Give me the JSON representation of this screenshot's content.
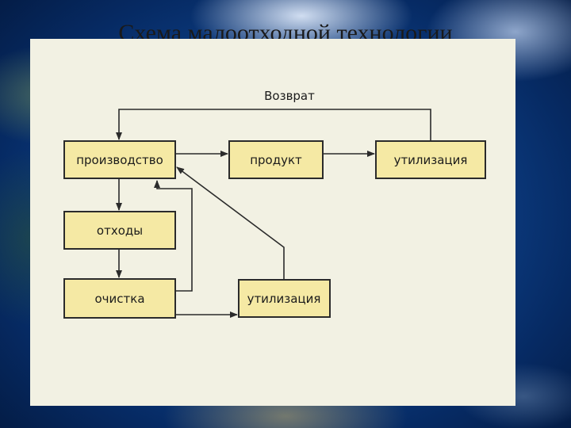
{
  "slide": {
    "title": "Схема малоотходной технологии"
  },
  "diagram": {
    "return_label": "Возврат",
    "nodes": {
      "production": "производство",
      "product": "продукт",
      "disposal_top": "утилизация",
      "waste": "отходы",
      "cleaning": "очистка",
      "disposal_bottom": "утилизация"
    }
  },
  "colors": {
    "box_fill": "#f5e9a4",
    "box_stroke": "#2b2b2b",
    "panel": "#f2f1e3",
    "line": "#2b2b2b"
  }
}
